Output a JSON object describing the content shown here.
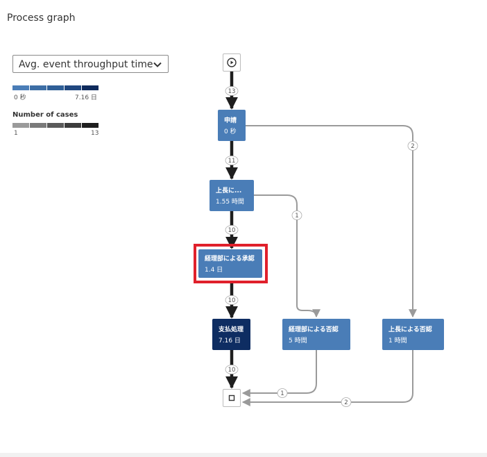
{
  "panel": {
    "title": "Process graph"
  },
  "metric_selector": {
    "value": "Avg. event throughput time"
  },
  "duration_legend": {
    "min_label": "0 秒",
    "max_label": "7.16 日",
    "colors": [
      "#4a7db7",
      "#3d6ea5",
      "#2f5f97",
      "#20477f",
      "#0e2a5c"
    ]
  },
  "cases_legend": {
    "title": "Number of cases",
    "min_label": "1",
    "max_label": "13",
    "colors": [
      "#9a9a9a",
      "#7a7a7a",
      "#5a5a5a",
      "#3c3c3c",
      "#1e1e1e"
    ]
  },
  "graph": {
    "nodes": [
      {
        "id": "apply",
        "name": "申請",
        "value": "0 秒",
        "color": "#4a7db7"
      },
      {
        "id": "boss",
        "name": "上長に...",
        "value": "1.55 時間",
        "color": "#4a7db7"
      },
      {
        "id": "accounting_approve",
        "name": "経理部による承認",
        "value": "1.4 日",
        "color": "#4a7db7"
      },
      {
        "id": "payment",
        "name": "支払処理",
        "value": "7.16 日",
        "color": "#0e2d62"
      },
      {
        "id": "accounting_reject",
        "name": "経理部による否認",
        "value": "5 時間",
        "color": "#4a7db7"
      },
      {
        "id": "boss_reject",
        "name": "上長による否認",
        "value": "1 時間",
        "color": "#4a7db7"
      }
    ],
    "edges": [
      {
        "from": "start",
        "to": "apply",
        "count": "13"
      },
      {
        "from": "apply",
        "to": "boss",
        "count": "11"
      },
      {
        "from": "apply",
        "to": "boss_reject",
        "count": "2"
      },
      {
        "from": "boss",
        "to": "accounting_approve",
        "count": "10"
      },
      {
        "from": "boss",
        "to": "accounting_reject",
        "count": "1"
      },
      {
        "from": "accounting_approve",
        "to": "payment",
        "count": "10"
      },
      {
        "from": "payment",
        "to": "end",
        "count": "10"
      },
      {
        "from": "accounting_reject",
        "to": "end",
        "count": "1"
      },
      {
        "from": "boss_reject",
        "to": "end",
        "count": "2"
      }
    ],
    "highlighted_node": "accounting_approve",
    "highlight_color": "#e0202b",
    "start_icon": "play-circle-icon",
    "end_icon": "stop-square-icon"
  }
}
